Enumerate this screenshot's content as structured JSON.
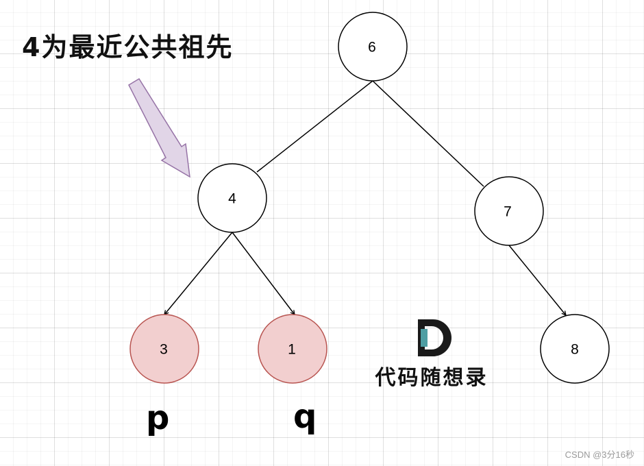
{
  "headline": "4为最近公共祖先",
  "nodes": {
    "n6": "6",
    "n4": "4",
    "n7": "7",
    "n3": "3",
    "n1": "1",
    "n8": "8"
  },
  "labels": {
    "p": "p",
    "q": "q"
  },
  "logo": {
    "text": "代码随想录"
  },
  "watermark": "CSDN @3分16秒",
  "colors": {
    "highlight_fill": "#f2cfcf",
    "highlight_stroke": "#b85450",
    "arrow_fill": "#e1d5e7",
    "arrow_stroke": "#9673a6",
    "logo_teal": "#4e9ea3"
  }
}
